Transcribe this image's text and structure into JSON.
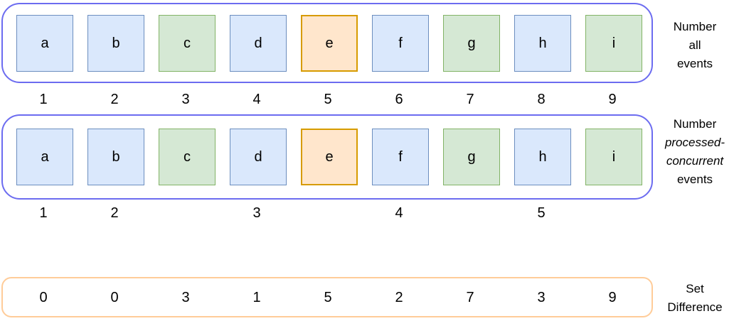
{
  "figure": {
    "rows": [
      {
        "id": "number-all-events",
        "label_lines": [
          {
            "text": "Number",
            "italic": false
          },
          {
            "text": "all",
            "italic": false
          },
          {
            "text": "events",
            "italic": false
          }
        ],
        "boxes": [
          {
            "label": "a",
            "color": "blue"
          },
          {
            "label": "b",
            "color": "blue"
          },
          {
            "label": "c",
            "color": "green"
          },
          {
            "label": "d",
            "color": "blue"
          },
          {
            "label": "e",
            "color": "orange"
          },
          {
            "label": "f",
            "color": "blue"
          },
          {
            "label": "g",
            "color": "green"
          },
          {
            "label": "h",
            "color": "blue"
          },
          {
            "label": "i",
            "color": "green"
          }
        ],
        "numbers": [
          {
            "value": "1",
            "slot": 0
          },
          {
            "value": "2",
            "slot": 1
          },
          {
            "value": "3",
            "slot": 2
          },
          {
            "value": "4",
            "slot": 3
          },
          {
            "value": "5",
            "slot": 4
          },
          {
            "value": "6",
            "slot": 5
          },
          {
            "value": "7",
            "slot": 6
          },
          {
            "value": "8",
            "slot": 7
          },
          {
            "value": "9",
            "slot": 8
          }
        ]
      },
      {
        "id": "number-processed-concurrent-events",
        "label_lines": [
          {
            "text": "Number",
            "italic": false
          },
          {
            "text": "processed-",
            "italic": true
          },
          {
            "text": "concurrent",
            "italic": true
          },
          {
            "text": "events",
            "italic": false
          }
        ],
        "boxes": [
          {
            "label": "a",
            "color": "blue"
          },
          {
            "label": "b",
            "color": "blue"
          },
          {
            "label": "c",
            "color": "green"
          },
          {
            "label": "d",
            "color": "blue"
          },
          {
            "label": "e",
            "color": "orange"
          },
          {
            "label": "f",
            "color": "blue"
          },
          {
            "label": "g",
            "color": "green"
          },
          {
            "label": "h",
            "color": "blue"
          },
          {
            "label": "i",
            "color": "green"
          }
        ],
        "numbers": [
          {
            "value": "1",
            "slot": 0
          },
          {
            "value": "2",
            "slot": 1
          },
          {
            "value": "3",
            "slot": 3
          },
          {
            "value": "4",
            "slot": 5
          },
          {
            "value": "5",
            "slot": 7
          }
        ]
      }
    ],
    "set_difference": {
      "label_lines": [
        {
          "text": "Set",
          "italic": false
        },
        {
          "text": "Difference",
          "italic": false
        }
      ],
      "values": [
        {
          "value": "0",
          "slot": 0
        },
        {
          "value": "0",
          "slot": 1
        },
        {
          "value": "3",
          "slot": 2
        },
        {
          "value": "1",
          "slot": 3
        },
        {
          "value": "5",
          "slot": 4
        },
        {
          "value": "2",
          "slot": 5
        },
        {
          "value": "7",
          "slot": 6
        },
        {
          "value": "3",
          "slot": 7
        },
        {
          "value": "9",
          "slot": 8
        }
      ]
    },
    "colors": {
      "blue_fill": "#dae8fc",
      "blue_stroke": "#6c8ebf",
      "green_fill": "#d5e8d4",
      "green_stroke": "#82b366",
      "orange_fill": "#ffe6cc",
      "orange_stroke": "#d79b00",
      "group_stroke": "#6c6cf0",
      "set_difference_stroke": "#ffcc99"
    }
  }
}
